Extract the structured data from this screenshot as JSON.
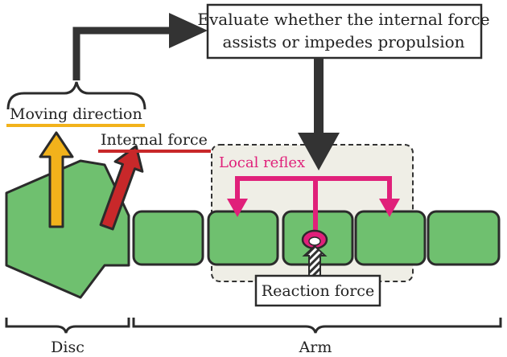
{
  "colors": {
    "segment_fill": "#6fc06f",
    "outline": "#2b2b2b",
    "arrow_dark": "#333333",
    "moving_arrow": "#f2b21b",
    "moving_underline": "#f2b21b",
    "internal_arrow": "#c8282a",
    "internal_underline": "#c8282a",
    "reflex": "#e0207a",
    "reflex_region_fill": "#efeee6",
    "background": "#ffffff"
  },
  "labels": {
    "evaluate_line1": "Evaluate whether the internal force",
    "evaluate_line2": "assists or impedes propulsion",
    "moving_direction": "Moving direction",
    "internal_force": "Internal force",
    "local_reflex": "Local reflex",
    "reaction_force": "Reaction force",
    "disc": "Disc",
    "arm": "Arm"
  },
  "icons": {
    "moving_arrow": "up-arrow-icon",
    "internal_arrow": "diagonal-arrow-icon",
    "reaction_arrow": "striped-up-arrow-icon",
    "sensor": "sensor-dome-icon"
  }
}
